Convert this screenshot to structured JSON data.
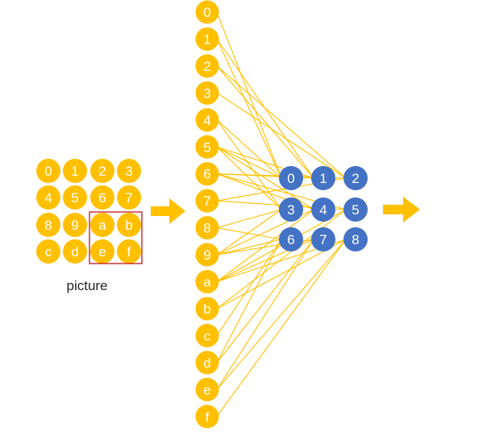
{
  "colors": {
    "input_node": "#FFC000",
    "output_node": "#4472C4",
    "connection": "#FFC000",
    "arrow": "#FFC000",
    "window_box": "#C00000",
    "node_text": "#FFFFFF",
    "caption_text": "#222222"
  },
  "picture": {
    "caption": "picture",
    "grid": [
      [
        "0",
        "1",
        "2",
        "3"
      ],
      [
        "4",
        "5",
        "6",
        "7"
      ],
      [
        "8",
        "9",
        "a",
        "b"
      ],
      [
        "c",
        "d",
        "e",
        "f"
      ]
    ]
  },
  "input_column": {
    "labels": [
      "0",
      "1",
      "2",
      "3",
      "4",
      "5",
      "6",
      "7",
      "8",
      "9",
      "a",
      "b",
      "c",
      "d",
      "e",
      "f"
    ]
  },
  "output_grid": {
    "labels": [
      [
        "0",
        "1",
        "2"
      ],
      [
        "3",
        "4",
        "5"
      ],
      [
        "6",
        "7",
        "8"
      ]
    ]
  }
}
